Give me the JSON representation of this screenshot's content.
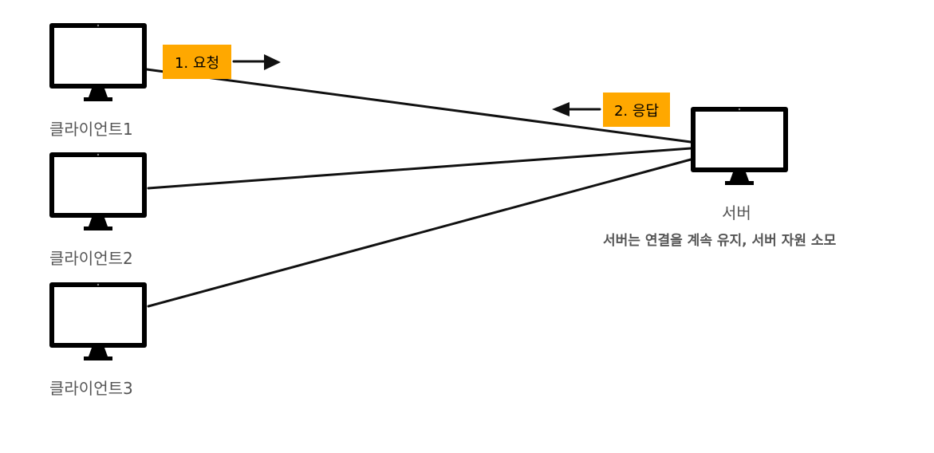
{
  "clients": [
    {
      "label": "클라이언트1"
    },
    {
      "label": "클라이언트2"
    },
    {
      "label": "클라이언트3"
    }
  ],
  "server": {
    "label": "서버",
    "note": "서버는 연결을 계속 유지, 서버 자원 소모"
  },
  "messages": {
    "request": "1. 요청",
    "response": "2. 응답"
  },
  "icons": {
    "client": "monitor-icon",
    "server": "monitor-icon"
  },
  "colors": {
    "tag_background": "#FFA800",
    "line": "#111111",
    "label_text": "#555555"
  }
}
